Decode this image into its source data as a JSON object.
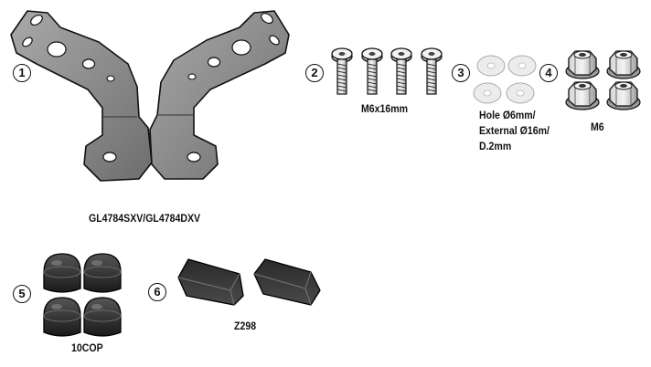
{
  "items": [
    {
      "number": "1",
      "code": "GL4784SXV/GL4784DXV",
      "part": "brackets"
    },
    {
      "number": "2",
      "code": "M6x16mm",
      "part": "screws"
    },
    {
      "number": "3",
      "code_lines": [
        "Hole Ø6mm/",
        "External Ø16m/",
        "D.2mm"
      ],
      "part": "washers"
    },
    {
      "number": "4",
      "code": "M6",
      "part": "nuts"
    },
    {
      "number": "5",
      "code": "10COP",
      "part": "caps"
    },
    {
      "number": "6",
      "code": "Z298",
      "part": "pads"
    }
  ],
  "colors": {
    "metal": "#8a8a8a",
    "metal_dark": "#5a5a5a",
    "outline": "#111111",
    "rubber": "#3a3a3a",
    "washer": "#e6e6e6"
  }
}
